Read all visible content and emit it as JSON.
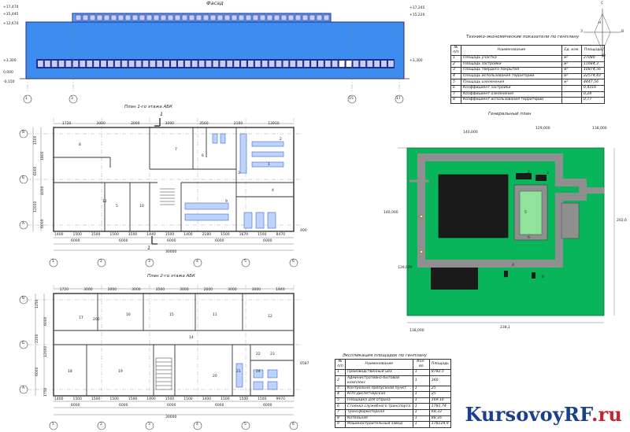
{
  "facade": {
    "title": "Фасад",
    "left_marks": [
      "+17,470",
      "+15,445",
      "+12,670",
      "+3,300",
      "0,000",
      "-0,150"
    ],
    "right_marks": [
      "+17,245",
      "+15,220",
      "+3,300"
    ],
    "axes": [
      "1",
      "3",
      "15",
      "17"
    ]
  },
  "compass": {
    "n": "С",
    "s": "Ю",
    "w": "З",
    "e": "В",
    "label": "Н"
  },
  "plan1": {
    "title": "План 1-го этажа АБК",
    "cut": "1",
    "top_dims": [
      "1720",
      "3000",
      "3000",
      "3000",
      "3560",
      "2100",
      "13910"
    ],
    "bottom_dims": [
      "1400",
      "1500",
      "1500",
      "1500",
      "1500",
      "1440",
      "1500",
      "1400",
      "2180",
      "1500",
      "1670",
      "1500",
      "8470"
    ],
    "module_dims": [
      "6000",
      "6000",
      "6000",
      "6000",
      "6000"
    ],
    "total": "30000",
    "side_dims": [
      "1500",
      "1800",
      "6000",
      "4000",
      "12000",
      "6000",
      "3000",
      "2410"
    ],
    "left_axes": [
      "В",
      "Б",
      "А"
    ],
    "bottom_axes": [
      "1",
      "2",
      "3",
      "4",
      "5",
      "6"
    ],
    "rooms": [
      "8",
      "12",
      "5",
      "10",
      "7",
      "6",
      "9",
      "4",
      "3",
      "1",
      "2"
    ],
    "extra": "400"
  },
  "plan2": {
    "title": "План 2-го этажа АБК",
    "top_dims": [
      "1720",
      "3000",
      "3000",
      "3000",
      "3560",
      "3000",
      "2600",
      "3000",
      "3000",
      "1840"
    ],
    "bottom_dims": [
      "1400",
      "1500",
      "1500",
      "1500",
      "1500",
      "1400",
      "1500",
      "1500",
      "1400",
      "1500",
      "1500",
      "1500",
      "9970"
    ],
    "module_dims": [
      "6000",
      "6000",
      "6000",
      "6000",
      "6000"
    ],
    "total": "30000",
    "left_axes": [
      "В",
      "Б",
      "А"
    ],
    "bottom_axes": [
      "1",
      "2",
      "3",
      "4",
      "5",
      "6"
    ],
    "rooms": [
      "17",
      "16",
      "15",
      "11",
      "12",
      "14",
      "18",
      "19",
      "20",
      "21",
      "22",
      "23",
      "24"
    ],
    "side_dims": [
      "1250",
      "6000",
      "2200",
      "12000",
      "6000",
      "1750"
    ],
    "right_dim": "6587",
    "extra": "200"
  },
  "tech_table": {
    "title": "Технико-экономические показатели по генплану",
    "headers": [
      "№ п/п",
      "Наименование",
      "Ед. изм.",
      "Площадь"
    ],
    "rows": [
      [
        "1",
        "Площадь участка",
        "м²",
        "27080"
      ],
      [
        "2",
        "Площадь застройки",
        "м²",
        "11684,3"
      ],
      [
        "3",
        "Площадь твёрдого покрытия",
        "м²",
        "10874,56"
      ],
      [
        "4",
        "Площадь использования территории",
        "м²",
        "22574,43"
      ],
      [
        "5",
        "Площадь озеленения",
        "м²",
        "4447,56"
      ],
      [
        "6",
        "Коэффициент застройки",
        "",
        "0,4316"
      ],
      [
        "7",
        "Коэффициент озеленения",
        "",
        "0,24"
      ],
      [
        "8",
        "Коэффициент использования территории",
        "",
        "0,77"
      ]
    ]
  },
  "genplan": {
    "title": "Генеральный план",
    "dims": [
      "140,000",
      "129,000",
      "138,000",
      "140,000",
      "139,000",
      "138,000",
      "202,6",
      "238,1"
    ],
    "labels": [
      "1",
      "2",
      "3",
      "4",
      "5",
      "6",
      "7",
      "8",
      "9"
    ],
    "colors": {
      "green": "#08b55a",
      "gray": "#8f8f8f",
      "dark": "#1a1a1a",
      "light_green": "#8fe39a"
    }
  },
  "expl_table": {
    "title": "Экспликация площадок по генплану",
    "headers": [
      "№ п/п",
      "Наименование",
      "Кол-во",
      "Площадь"
    ],
    "rows": [
      [
        "1",
        "Производственный цех",
        "1",
        "8782,5"
      ],
      [
        "2",
        "Административно-бытовой комплекс",
        "1",
        "360"
      ],
      [
        "3",
        "Контрольно-пропускной пункт",
        "1",
        "25"
      ],
      [
        "4",
        "КПП диспетчерская",
        "1",
        "25"
      ],
      [
        "5",
        "Площадка для отдыха",
        "1",
        "169,16"
      ],
      [
        "6",
        "Стоянка служебного транспорта",
        "1",
        "1781,74"
      ],
      [
        "7",
        "Трансформаторная",
        "1",
        "68,33"
      ],
      [
        "8",
        "Котельная",
        "1",
        "88,16"
      ],
      [
        "9",
        "Машиностроительный завод",
        "1",
        "178129,9"
      ]
    ]
  },
  "watermark": {
    "main": "KursovoyRF",
    "tld": ".ru"
  },
  "colors": {
    "facade_blue": "#3d8df0",
    "facade_blue_light": "#5aa6ff",
    "window_navy": "#1f2f8f",
    "window_pale": "#c9cdf2"
  }
}
